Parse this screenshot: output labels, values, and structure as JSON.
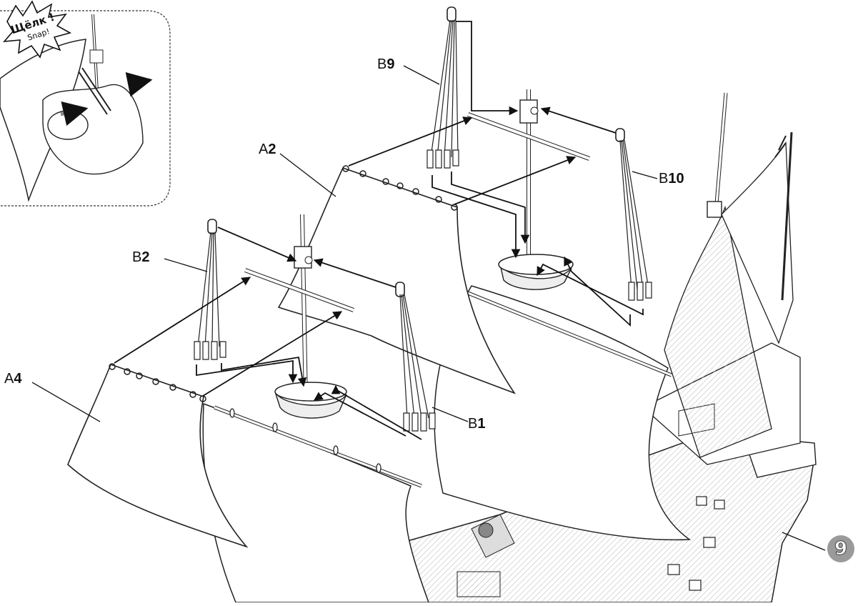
{
  "labels": {
    "b9": {
      "letter": "B",
      "number": "9"
    },
    "a2": {
      "letter": "A",
      "number": "2"
    },
    "b10": {
      "letter": "B",
      "number": "10"
    },
    "b2": {
      "letter": "B",
      "number": "2"
    },
    "a4": {
      "letter": "A",
      "number": "4"
    },
    "b1": {
      "letter": "B",
      "number": "1"
    }
  },
  "inset": {
    "snap_primary": "Щёлк !",
    "snap_secondary": "Snap!"
  },
  "step_number": "9"
}
